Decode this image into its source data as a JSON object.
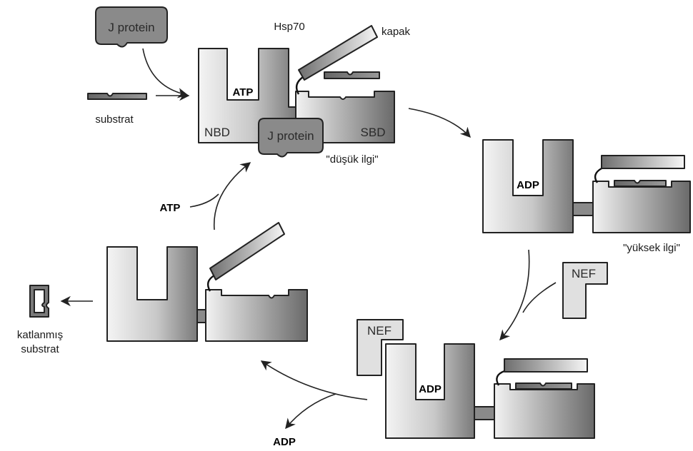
{
  "labels": {
    "hsp70": "Hsp70",
    "kapak": "kapak",
    "substrat": "substrat",
    "j_protein_free": "J protein",
    "j_protein_bound": "J protein",
    "nbd": "NBD",
    "sbd": "SBD",
    "atp_top": "ATP",
    "dusuk_ilgi": "\"düşük ilgi\"",
    "adp_right": "ADP",
    "yuksek_ilgi": "\"yüksek ilgi\"",
    "nef_free": "NEF",
    "nef_bound": "NEF",
    "adp_bottom": "ADP",
    "adp_released": "ADP",
    "atp_input": "ATP",
    "katlanmis_line1": "katlanmış",
    "katlanmis_line2": "substrat"
  },
  "colors": {
    "j_protein_fill": "#8a8a8a",
    "nef_fill": "#e0e0e0",
    "outline": "#222222"
  }
}
